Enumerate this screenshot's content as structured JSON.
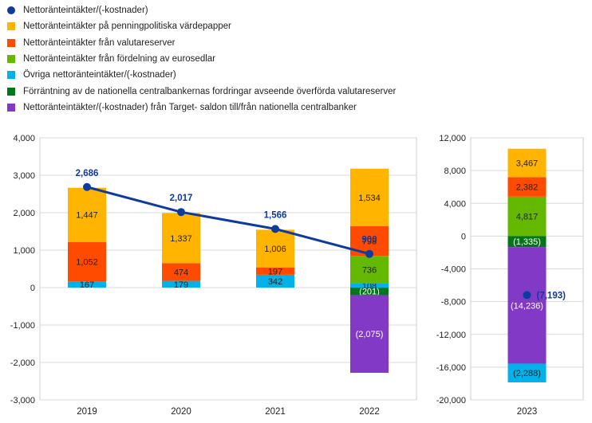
{
  "colors": {
    "net": "#0f3a9e",
    "mpp": "#ffb400",
    "fx": "#ff4b00",
    "banknotes": "#65b800",
    "other": "#00b1ea",
    "ncb": "#007816",
    "target": "#8139c6",
    "grid": "#d9d9d9",
    "frame": "#cccccc"
  },
  "legend": [
    {
      "key": "net",
      "label": "Nettoränteintäkter/(-kostnader)",
      "shape": "dot"
    },
    {
      "key": "mpp",
      "label": "Nettoränteintäkter på penningpolitiska värdepapper",
      "shape": "square"
    },
    {
      "key": "fx",
      "label": "Nettoränteintäkter från valutareserver",
      "shape": "square"
    },
    {
      "key": "banknotes",
      "label": "Nettoränteintäkter från fördelning av eurosedlar",
      "shape": "square"
    },
    {
      "key": "other",
      "label": "Övriga nettoränteintäkter/(-kostnader)",
      "shape": "square"
    },
    {
      "key": "ncb",
      "label": "Förräntning av de nationella centralbankernas fordringar avseende överförda valutareserver",
      "shape": "square"
    },
    {
      "key": "target",
      "label": "Nettoränteintäkter/(-kostnader) från Target- saldon till/från nationella centralbanker",
      "shape": "square"
    }
  ],
  "chart_data": [
    {
      "type": "bar",
      "stacked": true,
      "categories": [
        "2019",
        "2020",
        "2021",
        "2022"
      ],
      "ylim": [
        -3000,
        4000
      ],
      "yticks": [
        4000,
        3000,
        2000,
        1000,
        0,
        -1000,
        -2000,
        -3000
      ],
      "ytick_labels": [
        "4,000",
        "3,000",
        "2,000",
        "1,000",
        "0",
        "-1,000",
        "-2,000",
        "-3,000"
      ],
      "grid": true,
      "series": [
        {
          "key": "other",
          "values": [
            167,
            179,
            342,
            108
          ],
          "labels": [
            "167",
            "179",
            "342",
            "108"
          ]
        },
        {
          "key": "banknotes",
          "values": [
            0,
            0,
            0,
            736
          ],
          "labels": [
            "",
            "",
            "",
            "736"
          ]
        },
        {
          "key": "fx",
          "values": [
            1052,
            474,
            197,
            798
          ],
          "labels": [
            "1,052",
            "474",
            "197",
            "798"
          ]
        },
        {
          "key": "mpp",
          "values": [
            1447,
            1337,
            1006,
            1534
          ],
          "labels": [
            "1,447",
            "1,337",
            "1,006",
            "1,534"
          ]
        },
        {
          "key": "ncb",
          "values": [
            0,
            0,
            0,
            -201
          ],
          "labels": [
            "",
            "",
            "",
            "(201)"
          ]
        },
        {
          "key": "target",
          "values": [
            0,
            0,
            0,
            -2075
          ],
          "labels": [
            "",
            "",
            "",
            "(2,075)"
          ]
        }
      ],
      "line": {
        "key": "net",
        "values": [
          2686,
          2017,
          1566,
          900
        ],
        "labels": [
          "2,686",
          "2,017",
          "1,566",
          "900"
        ]
      }
    },
    {
      "type": "bar",
      "stacked": true,
      "categories": [
        "2023"
      ],
      "ylim": [
        -20000,
        12000
      ],
      "yticks": [
        12000,
        8000,
        4000,
        0,
        -4000,
        -8000,
        -12000,
        -16000,
        -20000
      ],
      "ytick_labels": [
        "12,000",
        "8,000",
        "4,000",
        "0",
        "-4,000",
        "-8,000",
        "-12,000",
        "-16,000",
        "-20,000"
      ],
      "grid": true,
      "series": [
        {
          "key": "banknotes",
          "values": [
            4817
          ],
          "labels": [
            "4,817"
          ]
        },
        {
          "key": "fx",
          "values": [
            2382
          ],
          "labels": [
            "2,382"
          ]
        },
        {
          "key": "mpp",
          "values": [
            3467
          ],
          "labels": [
            "3,467"
          ]
        },
        {
          "key": "ncb",
          "values": [
            -1335
          ],
          "labels": [
            "(1,335)"
          ]
        },
        {
          "key": "target",
          "values": [
            -14236
          ],
          "labels": [
            "(14,236)"
          ]
        },
        {
          "key": "other",
          "values": [
            -2288
          ],
          "labels": [
            "(2,288)"
          ]
        }
      ],
      "point": {
        "key": "net",
        "values": [
          -7193
        ],
        "labels": [
          "(7,193)"
        ]
      }
    }
  ]
}
